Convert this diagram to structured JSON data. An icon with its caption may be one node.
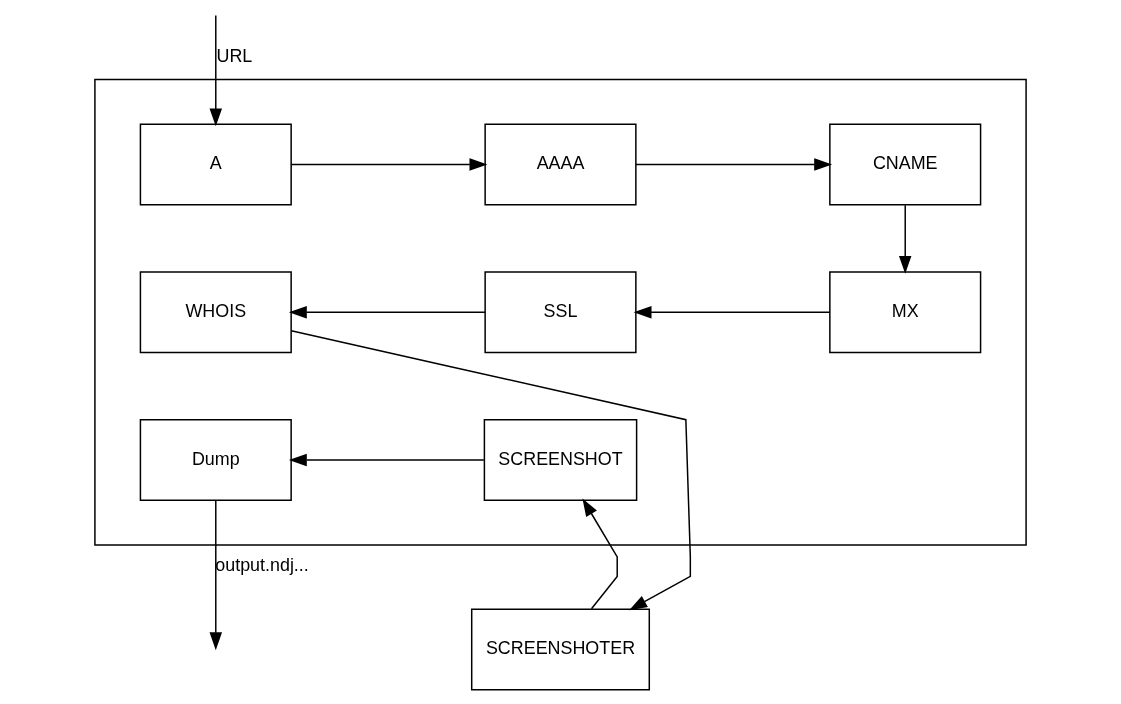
{
  "diagram": {
    "nodes": [
      {
        "text": [],
        "shape": "box"
      },
      {
        "text": [
          "A"
        ],
        "in": 0
      },
      {
        "text": [
          "AAAA"
        ],
        "in": 0
      },
      {
        "text": [
          "CNAME"
        ],
        "in": 0
      },
      {
        "text": [
          "MX"
        ],
        "in": 0
      },
      {
        "text": [
          "SSL"
        ],
        "in": 0
      },
      {
        "text": [
          "WHOIS"
        ],
        "in": 0
      },
      {
        "text": [
          "SCREENSHOT"
        ],
        "in": 0
      },
      {
        "text": [
          "Dump"
        ],
        "in": 0
      },
      {
        "text": [
          "SCREENSHOTER"
        ]
      }
    ],
    "edges": [
      {
        "from": null,
        "to": 1,
        "arrow": "to",
        "label": "URL"
      },
      {
        "from": 1,
        "to": 2,
        "arrow": "to"
      },
      {
        "from": 2,
        "to": 3,
        "arrow": "to"
      },
      {
        "from": 3,
        "to": 4,
        "arrow": "to"
      },
      {
        "from": 4,
        "to": 5,
        "arrow": "to"
      },
      {
        "from": 5,
        "to": 6,
        "arrow": "to"
      },
      {
        "from": 6,
        "to": 9,
        "arrow": "to"
      },
      {
        "from": 9,
        "to": 7,
        "arrow": "to"
      },
      {
        "from": 7,
        "to": 8,
        "arrow": "to"
      },
      {
        "from": 8,
        "to": null,
        "arrow": "to",
        "label": "output.ndj..."
      }
    ]
  }
}
